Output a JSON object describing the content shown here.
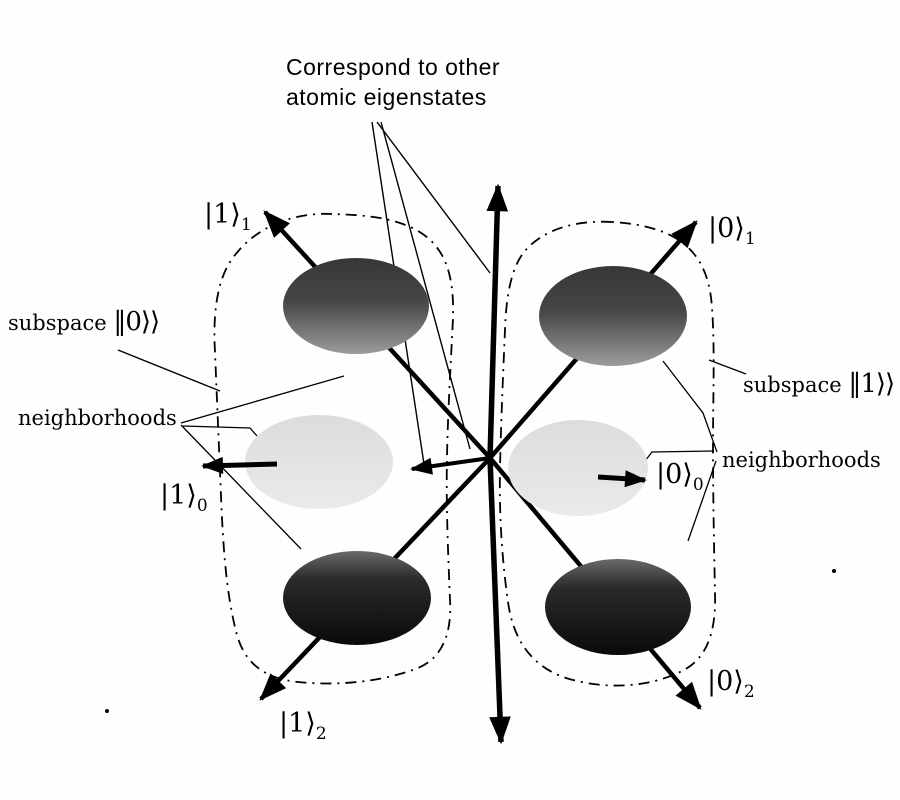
{
  "figure": {
    "annotation_top": {
      "line1": "Correspond to other",
      "line2": "atomic eigenstates"
    },
    "subspace_left": {
      "word": "subspace",
      "ket": "‖0⟩⟩"
    },
    "subspace_right": {
      "word": "subspace",
      "ket": "‖1⟩⟩"
    },
    "neighborhoods_left": "neighborhoods",
    "neighborhoods_right": "neighborhoods",
    "kets": {
      "left_top": {
        "base": "|1⟩",
        "sub": "1"
      },
      "left_mid": {
        "base": "|1⟩",
        "sub": "0"
      },
      "left_bottom": {
        "base": "|1⟩",
        "sub": "2"
      },
      "right_top": {
        "base": "|0⟩",
        "sub": "1"
      },
      "right_mid": {
        "base": "|0⟩",
        "sub": "0"
      },
      "right_bottom": {
        "base": "|0⟩",
        "sub": "2"
      }
    },
    "colors": {
      "ink": "#000000",
      "background": "#fefefe",
      "ellipse_dark_top": "#373737",
      "ellipse_dark_top_fade": "#9c9c9c",
      "ellipse_light": "#e3e3e3",
      "ellipse_black_bottom": "#0a0a0a"
    }
  }
}
